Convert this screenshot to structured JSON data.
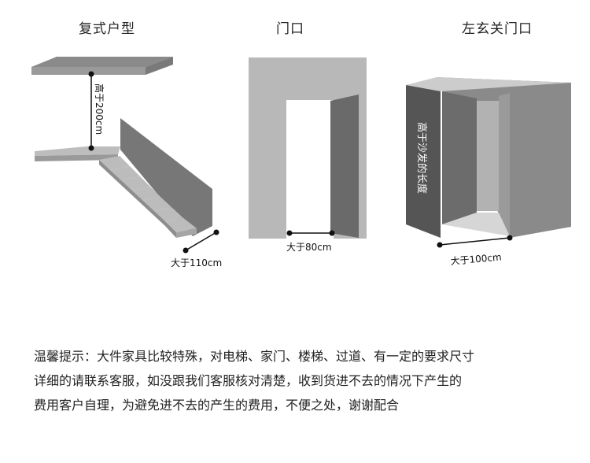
{
  "panels": {
    "stairs": {
      "title": "复式户型",
      "height_label": "高于200cm",
      "width_label": "大于110cm"
    },
    "door": {
      "title": "门口",
      "width_label": "大于80cm"
    },
    "entry": {
      "title": "左玄关门口",
      "height_label": "高于沙发的长度",
      "width_label": "大于100cm"
    }
  },
  "notice": {
    "lines": [
      "温馨提示：大件家具比较特殊，对电梯、家门、楼梯、过道、有一定的要求尺寸",
      "详细的请联系客服，如没跟我们客服核对清楚，收到货进不去的情况下产生的",
      "费用客户自理，为避免进不去的产生的费用，不便之处，谢谢配合"
    ]
  },
  "colors": {
    "dark_gray": "#6b6b6b",
    "mid_gray": "#8f8f8f",
    "light_gray": "#b3b3b3",
    "black": "#111111"
  }
}
